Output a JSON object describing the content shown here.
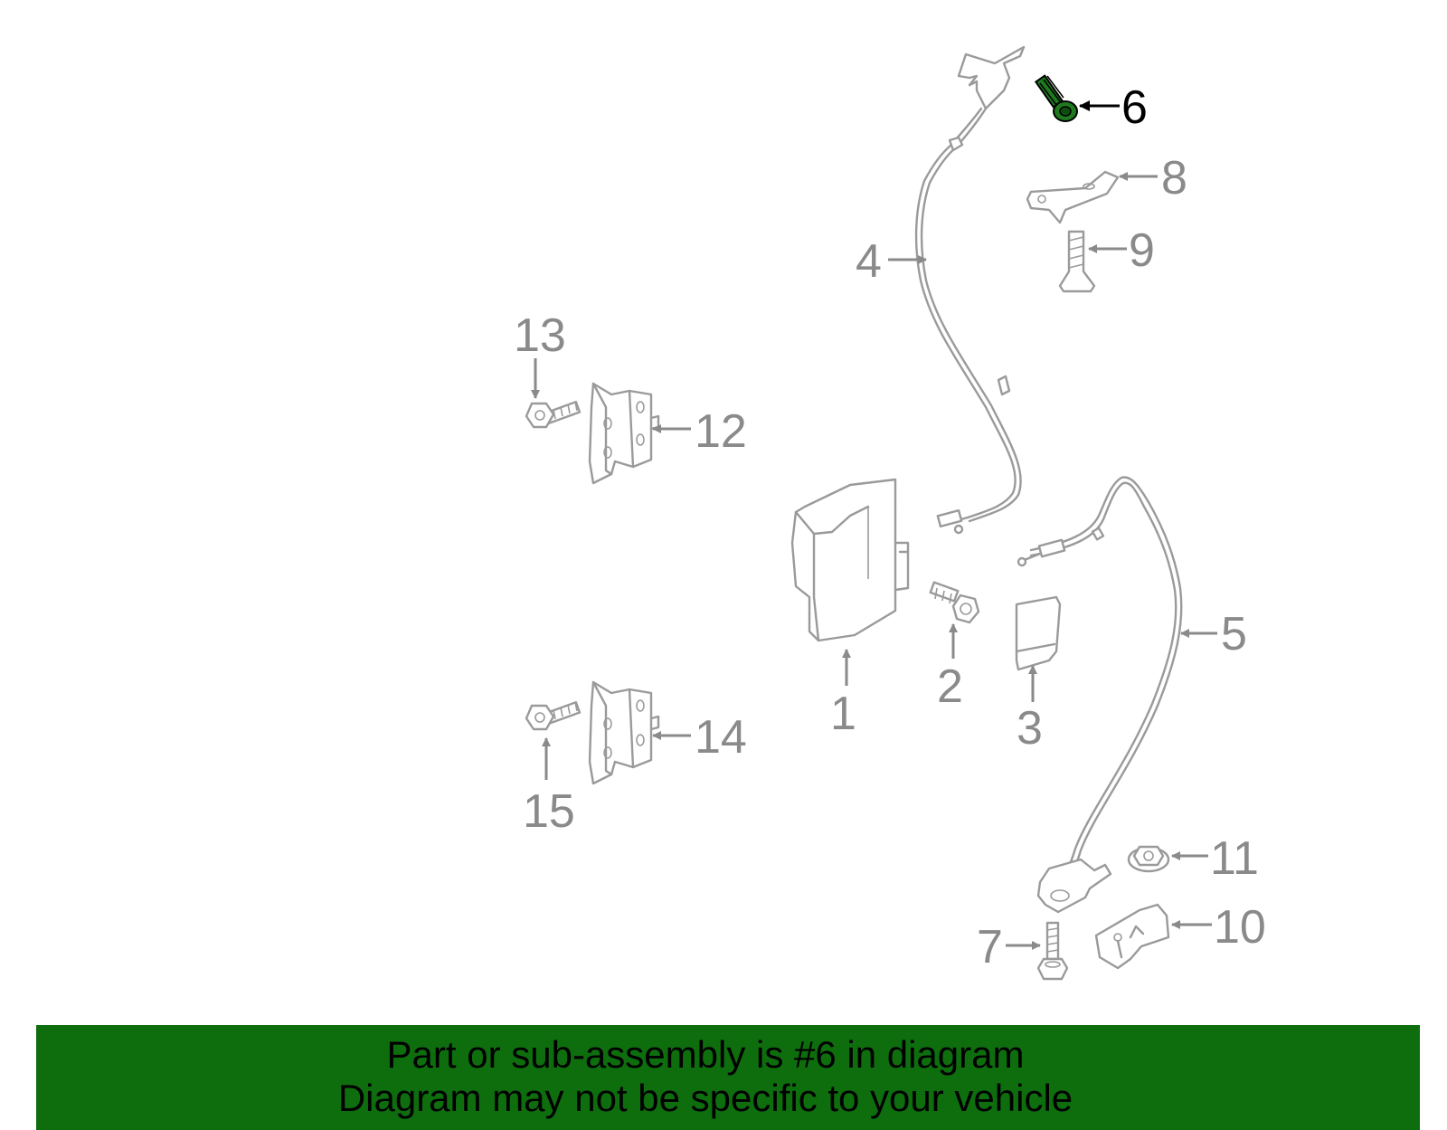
{
  "diagram": {
    "highlighted_part": "6",
    "highlight_color": "#1e7a1e",
    "callouts": [
      "1",
      "2",
      "3",
      "4",
      "5",
      "6",
      "7",
      "8",
      "9",
      "10",
      "11",
      "12",
      "13",
      "14",
      "15"
    ]
  },
  "banner": {
    "color": "#0e6e0e",
    "line1": "Part or sub-assembly is #6 in diagram",
    "line2": "Diagram may not be specific to your vehicle"
  }
}
